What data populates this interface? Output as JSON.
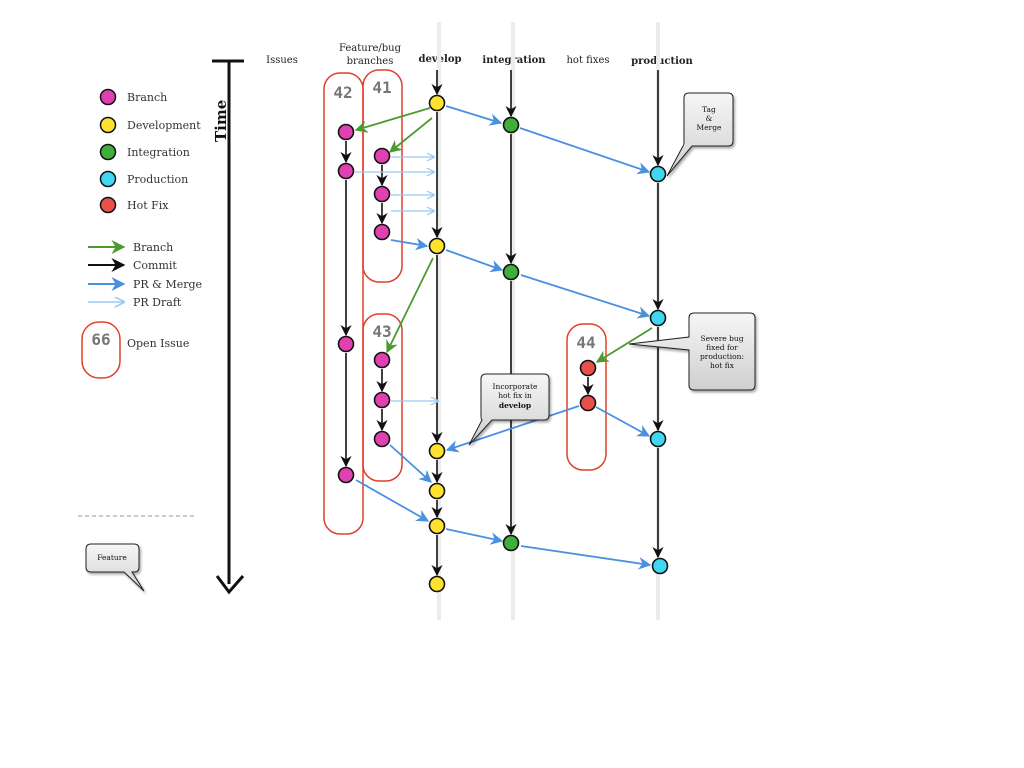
{
  "headers": {
    "issues": "Issues",
    "feature_line1": "Feature/bug",
    "feature_line2": "branches",
    "develop": "develop",
    "integration": "integration",
    "hotfixes": "hot fixes",
    "production": "production"
  },
  "time_label": "Time",
  "legend": {
    "nodes": [
      {
        "label": "Branch",
        "color": "#e040b0"
      },
      {
        "label": "Development",
        "color": "#ffe230"
      },
      {
        "label": "Integration",
        "color": "#3fae3a"
      },
      {
        "label": "Production",
        "color": "#3fd8f0"
      },
      {
        "label": "Hot Fix",
        "color": "#e8504a"
      }
    ],
    "arrows": [
      {
        "label": "Branch",
        "color": "#4a9a30"
      },
      {
        "label": "Commit",
        "color": "#111111"
      },
      {
        "label": "PR & Merge",
        "color": "#4a90e0"
      },
      {
        "label": "PR Draft",
        "color": "#9cc8f0"
      }
    ],
    "open_issue_number": "66",
    "open_issue_label": "Open Issue",
    "feature_callout": "Feature"
  },
  "issues": {
    "i42": "42",
    "i41": "41",
    "i43": "43",
    "i44": "44"
  },
  "callouts": {
    "tag_merge": [
      "Tag",
      "&",
      "Merge"
    ],
    "hotfix_production": [
      "Severe bug",
      "fixed for",
      "production:",
      "hot fix"
    ],
    "incorporate": [
      "Incorporate",
      "hot fix in",
      "develop"
    ]
  },
  "colors": {
    "branch": "#e040b0",
    "development": "#ffe230",
    "integration": "#3fae3a",
    "production": "#3fd8f0",
    "hotfix": "#e8504a",
    "branch_arrow": "#4a9a30",
    "merge_arrow": "#4a90e0",
    "draft_arrow": "#9cc8f0",
    "issue_box": "#e0402a"
  }
}
